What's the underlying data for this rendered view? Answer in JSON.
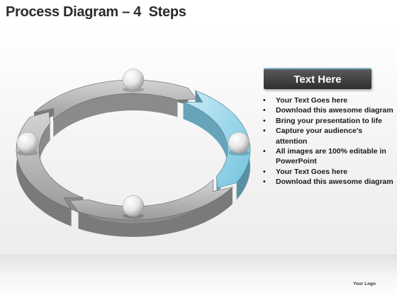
{
  "slide": {
    "title": "Process Diagram – 4  Steps",
    "logo_text": "Your Logo"
  },
  "diagram": {
    "type": "circular-process",
    "step_count": 4,
    "segment_color": "#a9a9a9",
    "highlight_color": "#7ec8e3",
    "node_color": "#f4f4f4"
  },
  "text_panel": {
    "heading": "Text Here",
    "bullets": [
      "Your Text Goes here",
      "Download this awesome diagram",
      "Bring your presentation to life",
      "Capture your audience’s attention",
      "All images are 100% editable in PowerPoint",
      "Your Text Goes here",
      "Download this awesome diagram"
    ]
  }
}
